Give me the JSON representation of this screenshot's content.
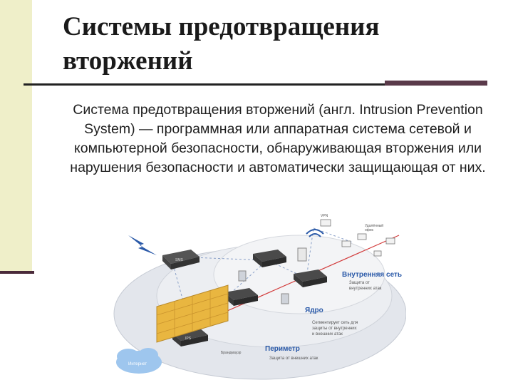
{
  "slide": {
    "title": "Системы предотвращения вторжений",
    "body": "Система предотвращения вторжений (англ. Intrusion Prevention System) — программная или аппаратная система сетевой и компьютерной безопасности, обнаруживающая вторжения или нарушения безопасности и автоматически защищающая от них."
  },
  "diagram": {
    "inner_network_title": "Внутренняя сеть",
    "inner_network_sub1": "Защита от",
    "inner_network_sub2": "внутренних атак",
    "core_title": "Ядро",
    "core_sub1": "Сегментирует сеть для",
    "core_sub2": "защиты от внутренних",
    "core_sub3": "и внешних атак",
    "perimeter_title": "Периметр",
    "perimeter_sub": "Защита от внешних атак",
    "device_sms": "SMS",
    "device_ips": "IPS",
    "firewall_label": "Брандмауэр",
    "vpn_label": "VPN",
    "remote_office_label1": "Удалённый",
    "remote_office_label2": "офис",
    "internet_label": "Интернет",
    "colors": {
      "accent_title": "#2a59a8",
      "red_line": "#d23b3b",
      "firewall": "#e9b640",
      "disk": "#dfe3ea"
    }
  }
}
